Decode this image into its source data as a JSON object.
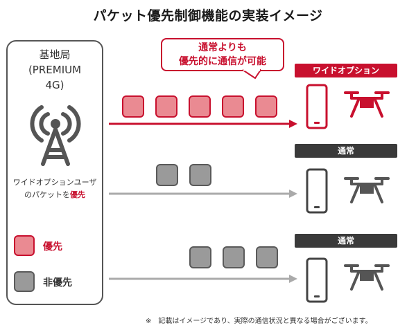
{
  "title": "パケット優先制御機能の実装イメージ",
  "station": {
    "name_line1": "基地局",
    "name_line2": "(PREMIUM",
    "name_line3": "4G)",
    "desc_line1": "ワイドオプションユーザ",
    "desc_line2_prefix": "のパケットを",
    "desc_line2_accent": "優先",
    "icon": "cell-tower-icon"
  },
  "legend": {
    "priority_label": "優先",
    "non_priority_label": "非優先"
  },
  "callout": {
    "line1": "通常よりも",
    "line2": "優先的に通信が可能"
  },
  "lanes": [
    {
      "label": "ワイドオプション",
      "label_color": "#c8102e",
      "packets": 5,
      "type": "priority",
      "arrow_color": "#c8102e"
    },
    {
      "label": "通常",
      "label_color": "#3a3a3a",
      "packets": 2,
      "type": "normal",
      "arrow_color": "#aaaaaa"
    },
    {
      "label": "通常",
      "label_color": "#3a3a3a",
      "packets": 3,
      "type": "normal",
      "arrow_color": "#aaaaaa"
    }
  ],
  "colors": {
    "accent": "#c8102e",
    "priority_fill": "#ea8a92",
    "normal_fill": "#9a9a9a",
    "normal_label_bg": "#3a3a3a"
  },
  "footnote": "※　記載はイメージであり、実際の通信状況と異なる場合がございます。"
}
